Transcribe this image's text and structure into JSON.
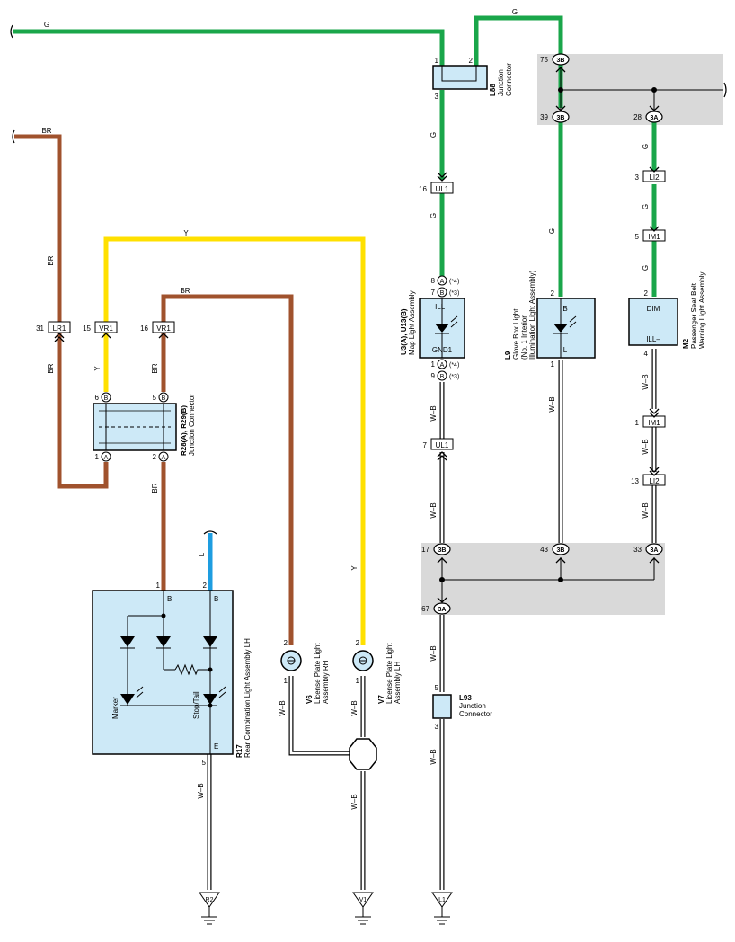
{
  "wire_colors": {
    "G": "#1aa64a",
    "BR": "#a0522d",
    "Y": "#ffe000",
    "L": "#1e9de0",
    "WB": "#ffffff"
  },
  "fill_colors": {
    "component": "#cde9f7",
    "junction_block": "#d9d9d9"
  },
  "wire_labels": {
    "g": "G",
    "br": "BR",
    "y": "Y",
    "l": "L",
    "wb": "W–B"
  },
  "connectors": {
    "lr1": "LR1",
    "vr1": "VR1",
    "ul1": "UL1",
    "li2": "LI2",
    "im1": "IM1",
    "a": "A",
    "b": "B",
    "3a": "3A",
    "3b": "3B"
  },
  "pins": {
    "p1": "1",
    "p2": "2",
    "p3": "3",
    "p4": "4",
    "p5": "5",
    "p6": "6",
    "p7": "7",
    "p8": "8",
    "p9": "9",
    "p13": "13",
    "p15": "15",
    "p16": "16",
    "p17": "17",
    "p28": "28",
    "p31": "31",
    "p33": "33",
    "p39": "39",
    "p43": "43",
    "p67": "67",
    "p75": "75"
  },
  "variants": {
    "v4": "(*4)",
    "v3": "(*3)"
  },
  "components": {
    "l88": {
      "id": "L88",
      "name1": "Junction",
      "name2": "Connector"
    },
    "r28": {
      "id": "R28(A), R29(B)",
      "name": "Junction Connector"
    },
    "u3": {
      "id": "U3(A), U13(B)",
      "name": "Map Light Assembly",
      "t1": "ILL+",
      "t2": "GND1"
    },
    "l9": {
      "id": "L9",
      "name1": "Glove Box Light",
      "name2": "(No. 1 Interior",
      "name3": "Illumination Light Assembly)",
      "t1": "B",
      "t2": "L"
    },
    "m2": {
      "id": "M2",
      "name1": "Passenger Seat Belt",
      "name2": "Warning Light Assembly",
      "t1": "DIM",
      "t2": "ILL–"
    },
    "r17": {
      "id": "R17",
      "name": "Rear Combination Light Assembly LH",
      "t1": "B",
      "t2": "B",
      "t3": "E",
      "marker": "Marker",
      "stop": "Stop/Tail"
    },
    "v6": {
      "id": "V6",
      "name1": "License Plate Light",
      "name2": "Assembly RH"
    },
    "v7": {
      "id": "V7",
      "name1": "License Plate Light",
      "name2": "Assembly LH"
    },
    "l93": {
      "id": "L93",
      "name1": "Junction",
      "name2": "Connector"
    }
  },
  "grounds": {
    "r2": "R2",
    "v1": "V1",
    "l1": "L1"
  }
}
